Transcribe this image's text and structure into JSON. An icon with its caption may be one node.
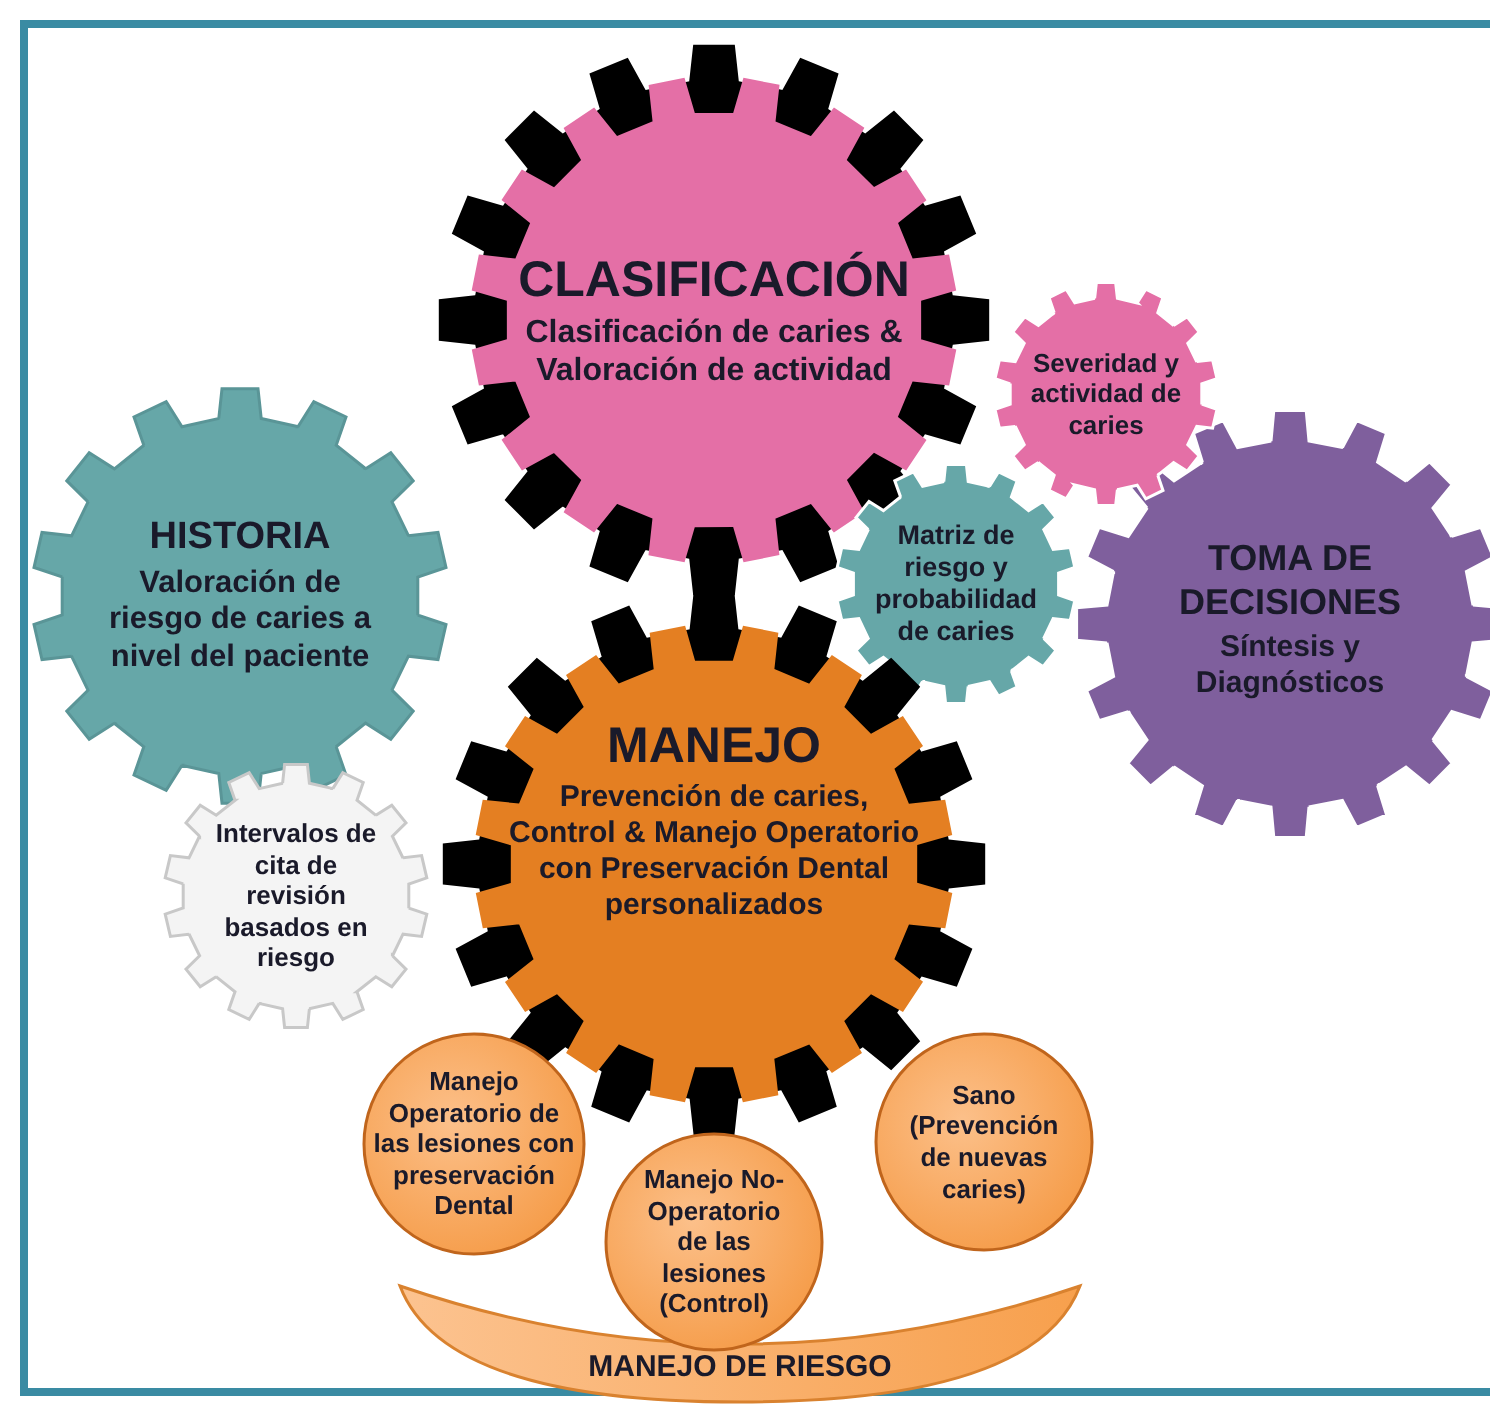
{
  "diagram": {
    "nodes": [
      {
        "text": [
          "CLASIFICACIÓN",
          "Clasificación de caries & Valoración de actividad"
        ]
      },
      {
        "text": [
          "Severidad y actividad de caries"
        ]
      },
      {
        "text": [
          "HISTORIA",
          "Valoración de riesgo de caries a nivel del paciente"
        ]
      },
      {
        "text": [
          "Matriz de riesgo y probabilidad de caries"
        ]
      },
      {
        "text": [
          "TOMA DE DECISIONES",
          "Síntesis y Diagnósticos"
        ]
      },
      {
        "text": [
          "MANEJO",
          "Prevención de caries, Control & Manejo Operatorio con Preservación Dental personalizados"
        ]
      },
      {
        "text": [
          "Intervalos de cita de revisión basados en riesgo"
        ]
      },
      {
        "text": [
          "Manejo Operatorio de las lesiones con preservación Dental"
        ]
      },
      {
        "text": [
          "Manejo No-Operatorio de las lesiones (Control)"
        ]
      },
      {
        "text": [
          "Sano (Prevención de nuevas caries)"
        ]
      },
      {
        "text": [
          "MANEJO DE RIESGO"
        ]
      }
    ]
  }
}
